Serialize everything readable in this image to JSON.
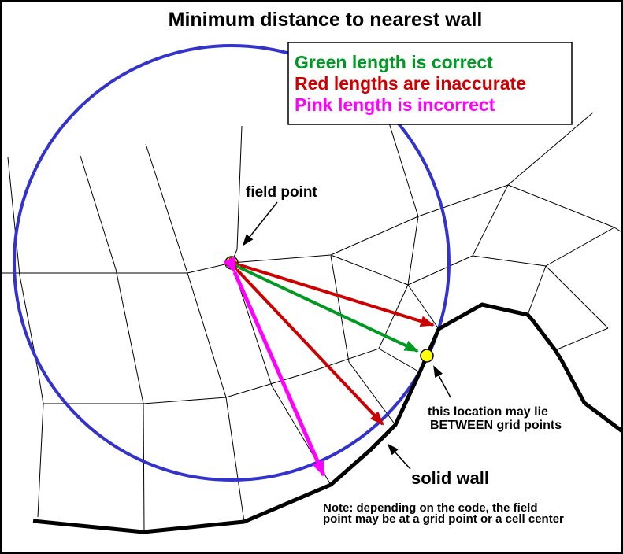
{
  "title": "Minimum distance to nearest wall",
  "legend": {
    "items": [
      {
        "label": "Green length is correct",
        "color": "#009922"
      },
      {
        "label": "Red lengths are inaccurate",
        "color": "#CC0000"
      },
      {
        "label": "Pink length is incorrect",
        "color": "#FF00FF"
      }
    ]
  },
  "annotations": {
    "field_point": "field point",
    "wall_location_line1": "this location may lie",
    "wall_location_line2": "BETWEEN grid points",
    "solid_wall": "solid wall",
    "note_line1": "Note: depending on the code, the field",
    "note_line2": "point may be at a grid point or a cell center"
  },
  "colors": {
    "green_arrow": "#009922",
    "red_arrow": "#CC0000",
    "pink_arrow": "#FF00FF",
    "circle_blue": "#3333CC",
    "wall_black": "#000000",
    "mesh_black": "#000000",
    "point_yellow": "#FFFF00",
    "frame_black": "#000000"
  }
}
